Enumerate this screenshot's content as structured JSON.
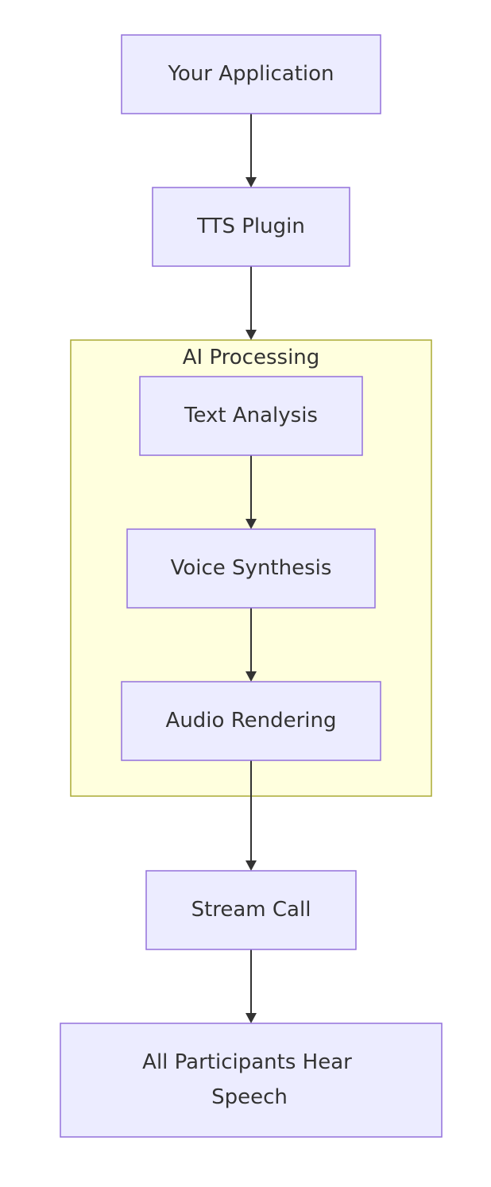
{
  "diagram": {
    "type": "flowchart",
    "direction": "top-down",
    "colors": {
      "node_fill": "#ECECFF",
      "node_stroke": "#9370DB",
      "cluster_fill": "#FFFFDE",
      "cluster_stroke": "#AAAA33",
      "edge": "#333333",
      "text": "#333333"
    },
    "clusters": [
      {
        "id": "ai",
        "label": "AI Processing",
        "members": [
          "text_analysis",
          "voice_synthesis",
          "audio_rendering"
        ]
      }
    ],
    "nodes": [
      {
        "id": "app",
        "lines": [
          "Your Application"
        ]
      },
      {
        "id": "tts",
        "lines": [
          "TTS Plugin"
        ]
      },
      {
        "id": "text_analysis",
        "lines": [
          "Text Analysis"
        ]
      },
      {
        "id": "voice_synthesis",
        "lines": [
          "Voice Synthesis"
        ]
      },
      {
        "id": "audio_rendering",
        "lines": [
          "Audio Rendering"
        ]
      },
      {
        "id": "stream_call",
        "lines": [
          "Stream Call"
        ]
      },
      {
        "id": "participants",
        "lines": [
          "All Participants Hear",
          "Speech"
        ]
      }
    ],
    "edges": [
      {
        "from": "app",
        "to": "tts"
      },
      {
        "from": "tts",
        "to": "ai"
      },
      {
        "from": "text_analysis",
        "to": "voice_synthesis"
      },
      {
        "from": "voice_synthesis",
        "to": "audio_rendering"
      },
      {
        "from": "audio_rendering",
        "to": "stream_call"
      },
      {
        "from": "stream_call",
        "to": "participants"
      }
    ]
  }
}
